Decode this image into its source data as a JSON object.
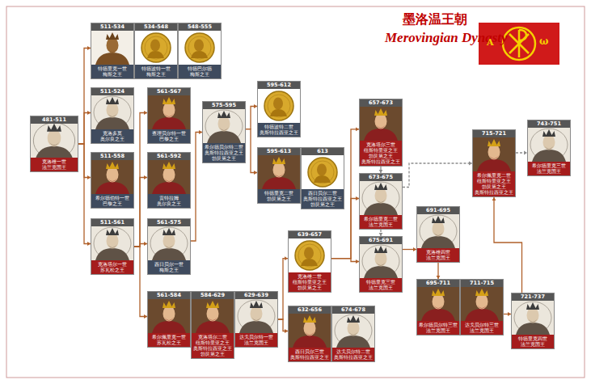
{
  "diagram": {
    "title": "墨洛温王朝",
    "nodes": [
      {
        "text": [
          "481-511",
          "克洛维一世",
          "法兰克国王"
        ]
      },
      {
        "text": [
          "511-534",
          "特德里克一世",
          "梅斯之王"
        ]
      },
      {
        "text": [
          "534-548",
          "特德波特一世",
          "梅斯之王"
        ]
      },
      {
        "text": [
          "548-555",
          "特德巴尔德",
          "梅斯之王"
        ]
      },
      {
        "text": [
          "511-524",
          "克洛多莫",
          "奥尔良之王"
        ]
      },
      {
        "text": [
          "511-558",
          "希尔德伯特一世",
          "巴黎之王"
        ]
      },
      {
        "text": [
          "511-561",
          "克洛塔尔一世",
          "苏瓦松之王"
        ]
      },
      {
        "text": [
          "561-567",
          "查理贝尔特一世",
          "巴黎之王"
        ]
      },
      {
        "text": [
          "561-592",
          "贡特拉姆",
          "奥尔良之王"
        ]
      },
      {
        "text": [
          "561-575",
          "西日贝尔一世",
          "梅斯之王"
        ]
      },
      {
        "text": [
          "561-584",
          "希尔佩里克一世",
          "苏瓦松之王"
        ]
      },
      {
        "text": [
          "584-629",
          "克洛塔尔二世",
          "纽斯特里亚之王 奥斯特拉西亚之王 勃艮第之王"
        ]
      },
      {
        "text": [
          "629-639",
          "达戈贝尔特一世",
          "法兰克国王"
        ]
      },
      {
        "text": [
          "575-595",
          "希尔德贝尔特二世",
          "奥斯特拉西亚之王 勃艮第之王"
        ]
      },
      {
        "text": [
          "595-612",
          "特德波特二世",
          "奥斯特拉西亚之王"
        ]
      },
      {
        "text": [
          "595-613",
          "特德里克二世",
          "勃艮第之王"
        ]
      },
      {
        "text": [
          "613",
          "西日贝尔二世",
          "奥斯特拉西亚之王 勃艮第之王"
        ]
      },
      {
        "text": [
          "639-657",
          "克洛维二世",
          "纽斯特里亚之王 勃艮第之王"
        ]
      },
      {
        "text": [
          "632-656",
          "西日贝尔三世",
          "奥斯特拉西亚之王"
        ]
      },
      {
        "text": [
          "674-678",
          "达戈贝尔特二世",
          "奥斯特拉西亚之王"
        ]
      },
      {
        "text": [
          "657-673",
          "克洛塔尔三世",
          "纽斯特里亚之王 勃艮第之王 奥斯特拉西亚之王"
        ]
      },
      {
        "text": [
          "673-675",
          "希尔德里克二世",
          "法兰克国王"
        ]
      },
      {
        "text": [
          "675-691",
          "特德里克三世",
          "法兰克国王"
        ]
      },
      {
        "text": [
          "691-695",
          "克洛维四世",
          "法兰克国王"
        ]
      },
      {
        "text": [
          "695-711",
          "希尔德贝尔特三世",
          "法兰克国王"
        ]
      },
      {
        "text": [
          "711-715",
          "达戈贝尔特三世",
          "法兰克国王"
        ]
      },
      {
        "text": [
          "715-721",
          "希尔佩里克二世",
          "纽斯特里亚之王 勃艮第之王 奥斯特拉西亚之王"
        ]
      },
      {
        "text": [
          "721-737",
          "特德里克四世",
          "法兰克国王"
        ]
      },
      {
        "text": [
          "743-751",
          "希尔德里克三世",
          "法兰克国王"
        ]
      }
    ],
    "edges": [
      {
        "from": 0,
        "to": 1,
        "arrow": "to"
      },
      {
        "from": 0,
        "to": 4,
        "arrow": "to"
      },
      {
        "from": 0,
        "to": 5,
        "arrow": "to"
      },
      {
        "from": 0,
        "to": 6,
        "arrow": "to"
      },
      {
        "from": 6,
        "to": 7,
        "arrow": "to"
      },
      {
        "from": 6,
        "to": 8,
        "arrow": "to"
      },
      {
        "from": 6,
        "to": 9,
        "arrow": "to"
      },
      {
        "from": 6,
        "to": 10,
        "arrow": "to"
      },
      {
        "from": 9,
        "to": 13,
        "arrow": "to"
      },
      {
        "from": 13,
        "to": 14,
        "arrow": "to"
      },
      {
        "from": 13,
        "to": 15,
        "arrow": "to"
      },
      {
        "from": 12,
        "to": 17,
        "arrow": "to"
      },
      {
        "from": 12,
        "to": 18,
        "arrow": "to"
      },
      {
        "from": 17,
        "to": 20,
        "arrow": "to"
      },
      {
        "from": 17,
        "to": 21,
        "arrow": "to"
      },
      {
        "from": 17,
        "to": 22,
        "arrow": "to"
      },
      {
        "from": 20,
        "to": 21,
        "arrow": "to"
      },
      {
        "from": 21,
        "to": 22,
        "arrow": "to"
      },
      {
        "from": 21,
        "to": 26,
        "arrow": "to"
      },
      {
        "from": 22,
        "to": 23,
        "arrow": "to"
      },
      {
        "from": 23,
        "to": 24,
        "arrow": "to"
      },
      {
        "from": 25,
        "to": 27,
        "arrow": "to"
      },
      {
        "from": 27,
        "to": 26,
        "arrow": "to"
      },
      {
        "from": 26,
        "to": 28,
        "arrow": "to"
      }
    ],
    "labels": [
      "Merovingian Dynasty",
      "A",
      "ω"
    ]
  }
}
